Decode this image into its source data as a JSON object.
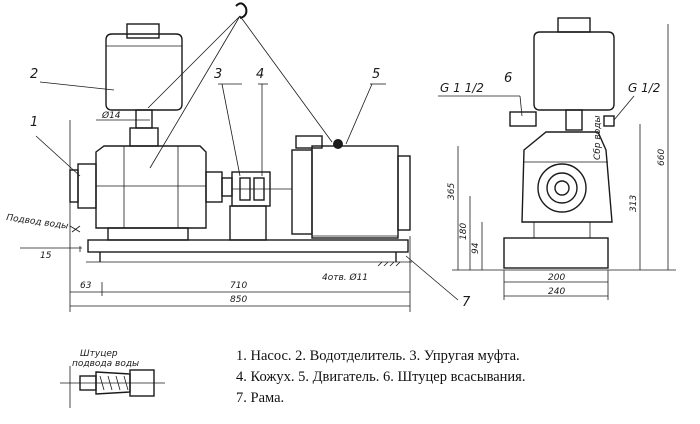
{
  "callouts": [
    "1",
    "2",
    "3",
    "4",
    "5",
    "6",
    "7"
  ],
  "side_labels": {
    "water_inlet": "Подвод воды",
    "fitting_title_line1": "Штуцер",
    "fitting_title_line2": "подвода воды",
    "holes": "4отв. Ø11",
    "g_thread_left": "G 1 1/2",
    "g_thread_right": "G 1/2",
    "dia_mark": "Ø14",
    "vert_small": "Сбр воды"
  },
  "dimensions": {
    "d15": "15",
    "d63": "63",
    "d710": "710",
    "d850": "850",
    "d365": "365",
    "d180": "180",
    "d94": "94",
    "d313": "313",
    "d660": "660",
    "d200": "200",
    "d240": "240"
  },
  "legend": {
    "line1": "1. Насос. 2. Водотделитель. 3. Упругая муфта.",
    "line2": "4. Кожух. 5. Двигатель. 6. Штуцер всасывания.",
    "line3": "7. Рама."
  }
}
